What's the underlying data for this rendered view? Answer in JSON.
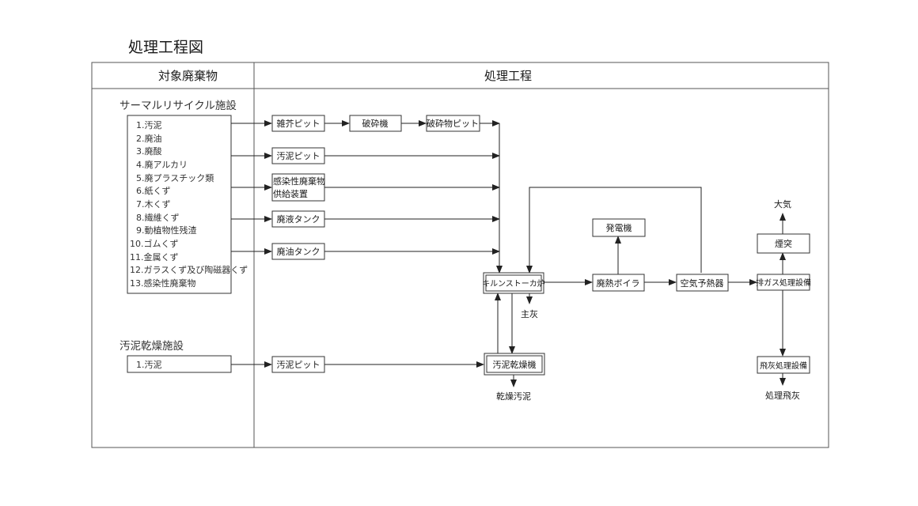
{
  "title": "処理工程図",
  "headers": {
    "left": "対象廃棄物",
    "right": "処理工程"
  },
  "facilities": {
    "thermal": {
      "name": "サーマルリサイクル施設",
      "items": [
        "1.汚泥",
        "2.廃油",
        "3.廃酸",
        "4.廃アルカリ",
        "5.廃プラスチック類",
        "6.紙くず",
        "7.木くず",
        "8.繊維くず",
        "9.動植物性残渣",
        "10.ゴムくず",
        "11.金属くず",
        "12.ガラスくず及び陶磁器くず",
        "13.感染性廃棄物"
      ]
    },
    "sludge": {
      "name": "汚泥乾燥施設",
      "items": [
        "1.汚泥"
      ]
    }
  },
  "process": {
    "zatsukai_pit": "雑芥ピット",
    "crusher": "破砕機",
    "crushed_pit": "破砕物ピット",
    "sludge_pit": "汚泥ピット",
    "infectious_feeder": [
      "感染性廃棄物",
      "供給装置"
    ],
    "waste_liquid_tank": "廃液タンク",
    "waste_oil_tank": "廃油タンク",
    "kiln": "キルンストーカ炉",
    "main_ash": "主灰",
    "generator": "発電機",
    "boiler": "廃熱ボイラ",
    "air_preheater": "空気予熱器",
    "exhaust_treatment": "排ガス処理設備",
    "stack": "煙突",
    "atmosphere": "大気",
    "fly_ash_treatment": "飛灰処理設備",
    "treated_fly_ash": "処理飛灰",
    "sludge_pit_2": "汚泥ピット",
    "sludge_dryer": "汚泥乾燥機",
    "dried_sludge": "乾燥汚泥"
  }
}
